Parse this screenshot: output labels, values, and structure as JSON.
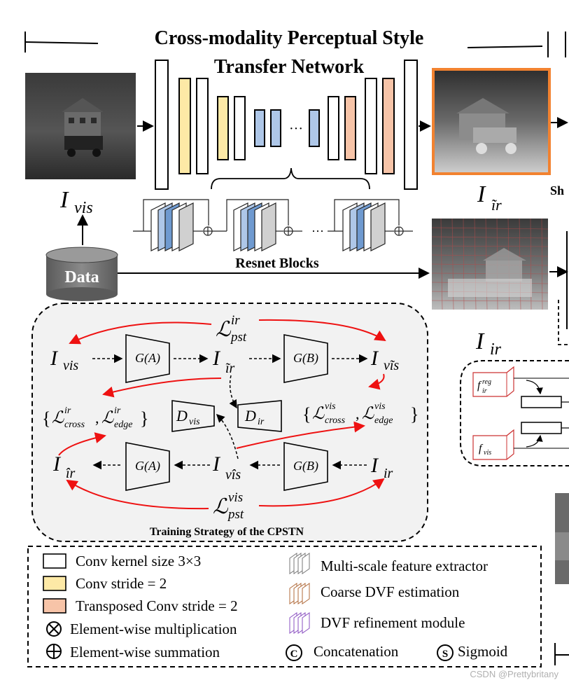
{
  "title_line1": "Cross-modality Perceptual Style",
  "title_line2": "Transfer Network",
  "resnet_label": "Resnet Blocks",
  "data_label": "Data",
  "partial_label": "Sh",
  "ellipsis": "···",
  "strategy_label": "Training Strategy of the CPSTN",
  "math": {
    "I": "I",
    "vis": "vis",
    "ir": "ir",
    "ir_tilde": "ĩr",
    "vis_tilde": "vĩs",
    "ir_hat": "îr",
    "vis_hat": "vîs",
    "L": "ℒ",
    "pst": "pst",
    "cross": "cross",
    "edge": "edge",
    "GA": "G(A)",
    "GB": "G(B)",
    "D": "D",
    "f": "f",
    "reg": "reg"
  },
  "legend": {
    "left": [
      "Conv kernel size 3×3",
      "Conv stride = 2",
      "Transposed Conv stride = 2",
      "Element-wise multiplication",
      "Element-wise summation"
    ],
    "right": [
      "Multi-scale feature extractor",
      "Coarse DVF estimation",
      "DVF refinement module"
    ],
    "concat": "Concatenation",
    "sigmoid": "Sigmoid",
    "concat_symbol": "C",
    "sigmoid_symbol": "S"
  },
  "colors": {
    "yellow": "#fde9a6",
    "salmon": "#f7c4a8",
    "blue": "#aec7e8",
    "red_arrow": "#ee1111",
    "orange_border": "#f28230",
    "panel_bg": "#f2f2f2"
  },
  "watermark": "CSDN @Prettybritany"
}
